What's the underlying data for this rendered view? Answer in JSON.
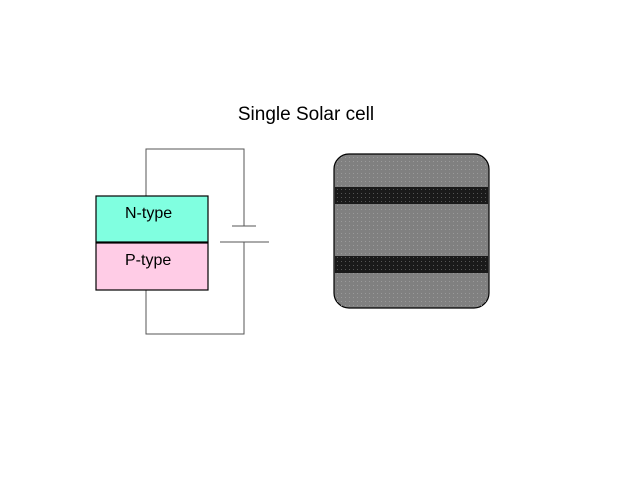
{
  "title": "Single Solar cell",
  "junction": {
    "n_layer": {
      "label": "N-type",
      "color": "#80FFE0"
    },
    "p_layer": {
      "label": "P-type",
      "color": "#FFCCE6"
    }
  },
  "cell_panel": {
    "body_color": "#808080",
    "busbar_color": "#1a1a1a",
    "busbar_count": 2
  }
}
